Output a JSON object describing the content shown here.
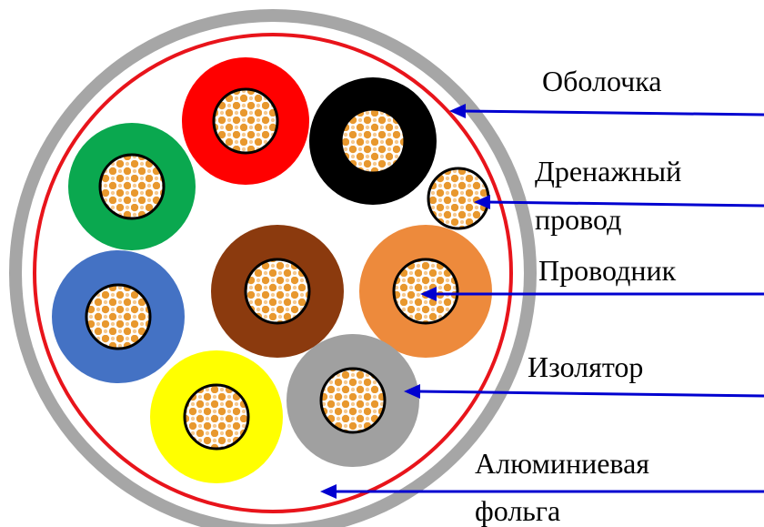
{
  "labels": {
    "sheath": "Оболочка",
    "drain_line1": "Дренажный",
    "drain_line2": "провод",
    "conductor": "Проводник",
    "insulator": "Изолятор",
    "foil_line1": "Алюминиевая",
    "foil_line2": "фольга"
  },
  "colors": {
    "sheath": "#a6a6a6",
    "foil": "#e8141b",
    "arrow": "#0000d0",
    "copper": "#e8982e",
    "wires": {
      "red": "#ff0000",
      "black": "#000000",
      "green": "#0aa84f",
      "brown": "#8b3a0e",
      "orange": "#ed8a3c",
      "blue": "#4472c4",
      "yellow": "#ffff00",
      "gray": "#a0a0a0"
    }
  }
}
